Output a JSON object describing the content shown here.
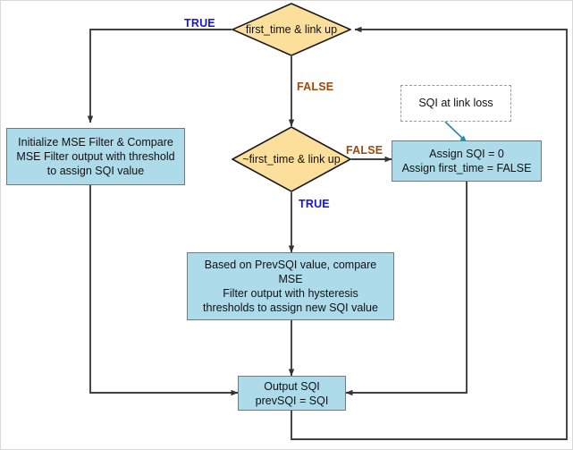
{
  "diagram": {
    "title": "SQI assignment flowchart",
    "colors": {
      "decision_fill": "#fbdf9b",
      "decision_stroke": "#1a1a1a",
      "process_fill": "#aedbe9",
      "process_stroke": "#6d7b86",
      "edge_stroke": "#404040",
      "true_label": "#1414e6",
      "false_label": "#9e4a0c",
      "note_stroke": "#9a9a9a",
      "note_leader": "#2f8aa8"
    },
    "nodes": {
      "decision_first_time": {
        "type": "decision",
        "line1": "first_time &",
        "line2": "link up"
      },
      "decision_not_first_time": {
        "type": "decision",
        "line1": "~first_time &",
        "line2": "link up"
      },
      "init_filter": {
        "type": "process",
        "line1": "Initialize MSE Filter & Compare",
        "line2": "MSE Filter output with threshold",
        "line3": "to assign SQI value"
      },
      "assign_zero": {
        "type": "process",
        "line1": "Assign SQI = 0",
        "line2": "Assign first_time = FALSE"
      },
      "hysteresis": {
        "type": "process",
        "line1": "Based on PrevSQI value, compare MSE",
        "line2": "Filter output with hysteresis",
        "line3": "thresholds to assign new SQI value"
      },
      "output_sqi": {
        "type": "process",
        "line1": "Output SQI",
        "line2": "prevSQI = SQI"
      },
      "note_link_loss": {
        "type": "note",
        "text": "SQI at link loss"
      }
    },
    "edge_labels": {
      "true_top": "TRUE",
      "false_top": "FALSE",
      "false_mid": "FALSE",
      "true_mid": "TRUE"
    }
  }
}
